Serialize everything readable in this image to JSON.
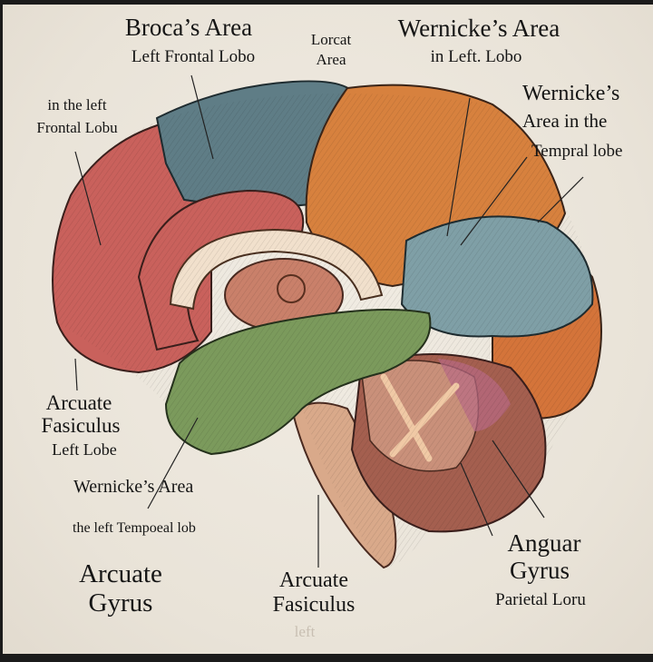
{
  "labels": {
    "broca_title": "Broca’s Area",
    "broca_sub": "Left Frontal Lobo",
    "lorcat_1": "Lorcat",
    "lorcat_2": "Area",
    "wernicke_top_title": "Wernicke’s Area",
    "wernicke_top_sub": "in  Left. Lobo",
    "wernicke_right_1": "Wernicke’s",
    "wernicke_right_2": "Area in the",
    "wernicke_right_3": "Tempral lobe",
    "frontal_1": "in the left",
    "frontal_2": "Frontal Lobu",
    "arcuate_left_1": "Arcuate",
    "arcuate_left_2": "Fasiculus",
    "arcuate_left_3": "Left Lobe",
    "wernicke_low": "Wernicke’s Area",
    "temporal_low": "the left Tempoeal lob",
    "arcuate_gyrus_1": "Arcuate",
    "arcuate_gyrus_2": "Gyrus",
    "arcuate_center_1": "Arcuate",
    "arcuate_center_2": "Fasiculus",
    "faint_text": "left",
    "angular_1": "Anguar",
    "angular_2": "Gyrus",
    "angular_3": "Parietal Loru"
  },
  "colors": {
    "frontal": "#c9615c",
    "upper": "#5f7d86",
    "parietal": "#d7813e",
    "occipital_blue": "#7f9fa6",
    "occipital_orange": "#d4743a",
    "temporal": "#7b9a5c",
    "cerebellum": "#a45f4f",
    "brainstem": "#d9a98a"
  }
}
